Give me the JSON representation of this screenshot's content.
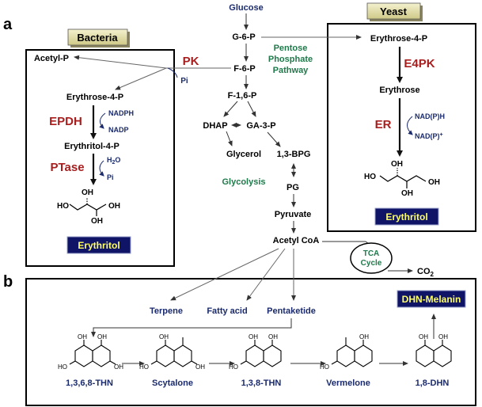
{
  "panels": {
    "a": "a",
    "b": "b"
  },
  "boxes": {
    "bacteria": "Bacteria",
    "yeast": "Yeast",
    "erythritol_bacteria": "Erythritol",
    "erythritol_yeast": "Erythritol",
    "dhn_melanin": "DHN-Melanin"
  },
  "central": {
    "glucose": "Glucose",
    "g6p": "G-6-P",
    "f6p": "F-6-P",
    "f16p": "F-1,6-P",
    "dhap": "DHAP",
    "ga3p": "GA-3-P",
    "glycerol": "Glycerol",
    "bpg": "1,3-BPG",
    "pg": "PG",
    "pyruvate": "Pyruvate",
    "acetylcoa": "Acetyl CoA",
    "glycolysis": "Glycolysis",
    "ppp_line1": "Pentose",
    "ppp_line2": "Phosphate",
    "ppp_line3": "Pathway",
    "tca_line1": "TCA",
    "tca_line2": "Cycle",
    "co2": "CO",
    "co2_sub": "2"
  },
  "bacteria_path": {
    "acetylp": "Acetyl-P",
    "pk": "PK",
    "pi": "Pi",
    "e4p": "Erythrose-4-P",
    "epdh": "EPDH",
    "nadph": "NADPH",
    "nadp": "NADP",
    "ery4p": "Erythritol-4-P",
    "ptase": "PTase",
    "h2o": "H",
    "h2o_sub": "2",
    "h2o_end": "O",
    "pi2": "Pi"
  },
  "yeast_path": {
    "e4p": "Erythrose-4-P",
    "e4pk": "E4PK",
    "erythrose": "Erythrose",
    "er": "ER",
    "nadph": "NAD(P)H",
    "nadp": "NAD(P)",
    "nadp_sup": "+"
  },
  "molecule_labels": {
    "oh": "OH",
    "ho": "HO"
  },
  "melanin_path": {
    "terpene": "Terpene",
    "fattyacid": "Fatty acid",
    "pentaketide": "Pentaketide",
    "thn1368": "1,3,6,8-THN",
    "scytalone": "Scytalone",
    "thn138": "1,3,8-THN",
    "vermelone": "Vermelone",
    "dhn18": "1,8-DHN"
  },
  "colors": {
    "navy": "#1a2a6c",
    "red": "#a81e1e",
    "green": "#1e7a4a",
    "box_fill": "#0f1466",
    "box_text": "#ffff66",
    "header_fill": "#e8e3a6"
  }
}
